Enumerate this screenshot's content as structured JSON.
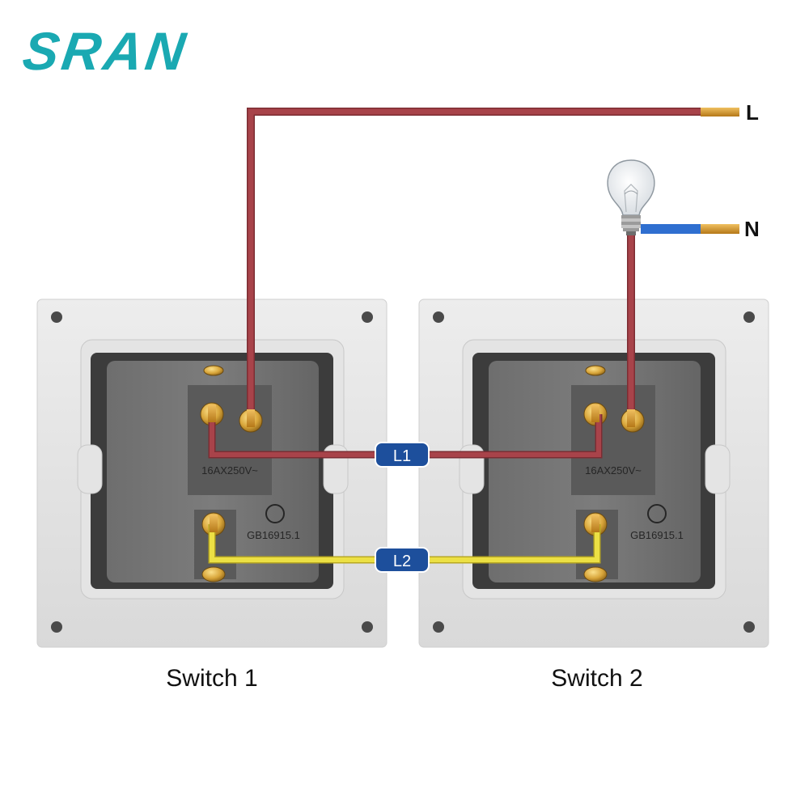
{
  "brand": {
    "logo_text": "SRAN",
    "color": "#1aa9b2"
  },
  "terminals": {
    "live": "L",
    "neutral": "N"
  },
  "links": {
    "l1": "L1",
    "l2": "L2"
  },
  "switches": [
    {
      "label": "Switch 1",
      "rating": "16AX250V~",
      "standard": "GB16915.1"
    },
    {
      "label": "Switch 2",
      "rating": "16AX250V~",
      "standard": "GB16915.1"
    }
  ],
  "colors": {
    "live_wire": "#a8434a",
    "link_wire_l1": "#a8434a",
    "link_wire_l2": "#e8dc3c",
    "neutral_wire": "#2f6fd0",
    "badge": "#1d4f9c",
    "copper": "#d89a2a"
  }
}
